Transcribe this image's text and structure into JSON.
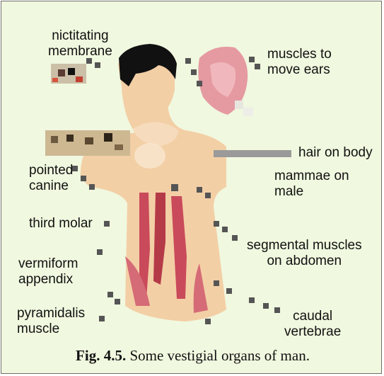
{
  "labels": {
    "nictitating": "nictitating membrane",
    "nictitating_l1": "nictitating",
    "nictitating_l2": "membrane",
    "ears_l1": "muscles to",
    "ears_l2": "move ears",
    "hair": "hair on body",
    "canine_l1": "pointed",
    "canine_l2": "canine",
    "mammae_l1": "mammae on",
    "mammae_l2": "male",
    "molar": "third molar",
    "segmental_l1": "segmental muscles",
    "segmental_l2": "on abdomen",
    "appendix_l1": "vermiform",
    "appendix_l2": "appendix",
    "pyramidalis_l1": "pyramidalis",
    "pyramidalis_l2": "muscle",
    "caudal_l1": "caudal",
    "caudal_l2": "vertebrae"
  },
  "caption": {
    "prefix": "Fig. 4.5.",
    "text": "Some vestigial organs of man."
  },
  "colors": {
    "background": "#f0f8df",
    "skin": "#f3cfa6",
    "hair": "#111111",
    "muscle": "#c94a5a",
    "ear_muscle": "#e59aa2",
    "leader": "#666666"
  }
}
